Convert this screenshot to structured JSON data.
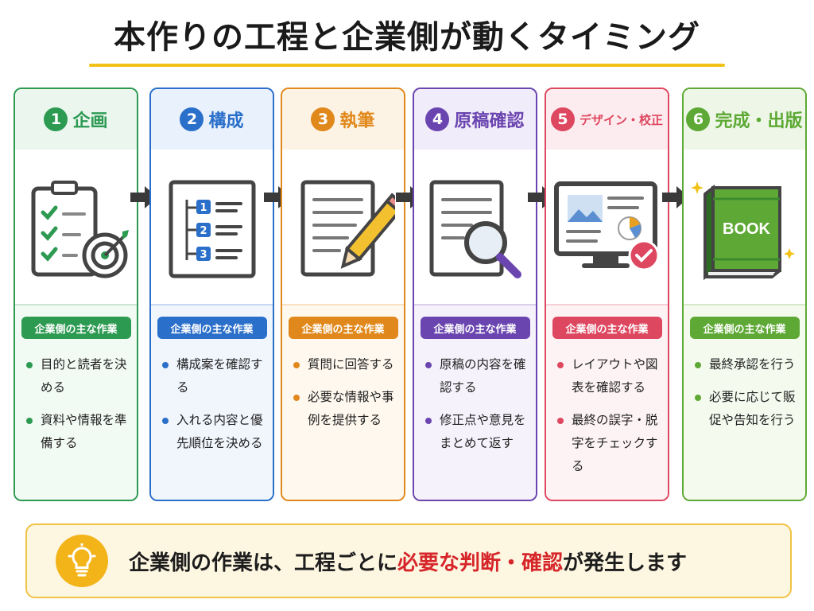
{
  "title": "本作りの工程と企業側が動くタイミング",
  "steps": [
    {
      "num": "1",
      "title": "企画",
      "color": "#2d9a52",
      "headbg": "#eaf6ee",
      "lowbg": "#f2faf4",
      "pill": "企業側の主な作業",
      "icon": "checklist-target-icon",
      "items": [
        "目的と読者を決める",
        "資料や情報を準備する"
      ]
    },
    {
      "num": "2",
      "title": "構成",
      "color": "#2a6fc9",
      "headbg": "#e8f1fc",
      "lowbg": "#f1f6fd",
      "pill": "企業側の主な作業",
      "icon": "outline-structure-icon",
      "items": [
        "構成案を確認する",
        "入れる内容と優先順位を決める"
      ]
    },
    {
      "num": "3",
      "title": "執筆",
      "color": "#e0881b",
      "headbg": "#fdf3e4",
      "lowbg": "#fef8ee",
      "pill": "企業側の主な作業",
      "icon": "document-pencil-icon",
      "items": [
        "質問に回答する",
        "必要な情報や事例を提供する"
      ]
    },
    {
      "num": "4",
      "title": "原稿確認",
      "color": "#6a45b0",
      "headbg": "#f1ecf9",
      "lowbg": "#f6f2fb",
      "pill": "企業側の主な作業",
      "icon": "document-magnifier-icon",
      "items": [
        "原稿の内容を確認する",
        "修正点や意見をまとめて返す"
      ]
    },
    {
      "num": "5",
      "title": "デザイン・校正",
      "color": "#de4760",
      "headbg": "#fdecef",
      "lowbg": "#fdf3f5",
      "pill": "企業側の主な作業",
      "icon": "monitor-design-check-icon",
      "items": [
        "レイアウトや図表を確認する",
        "最終の誤字・脱字をチェックする"
      ]
    },
    {
      "num": "6",
      "title": "完成・出版",
      "color": "#5ea935",
      "headbg": "#eef7e7",
      "lowbg": "#f4faee",
      "pill": "企業側の主な作業",
      "icon": "book-icon",
      "items": [
        "最終承認を行う",
        "必要に応じて販促や告知を行う"
      ]
    }
  ],
  "book_label": "BOOK",
  "footer": {
    "icon": "lightbulb-icon",
    "text_before": "企業側の作業は、工程ごとに",
    "text_highlight": "必要な判断・確認",
    "text_after": "が発生します"
  }
}
